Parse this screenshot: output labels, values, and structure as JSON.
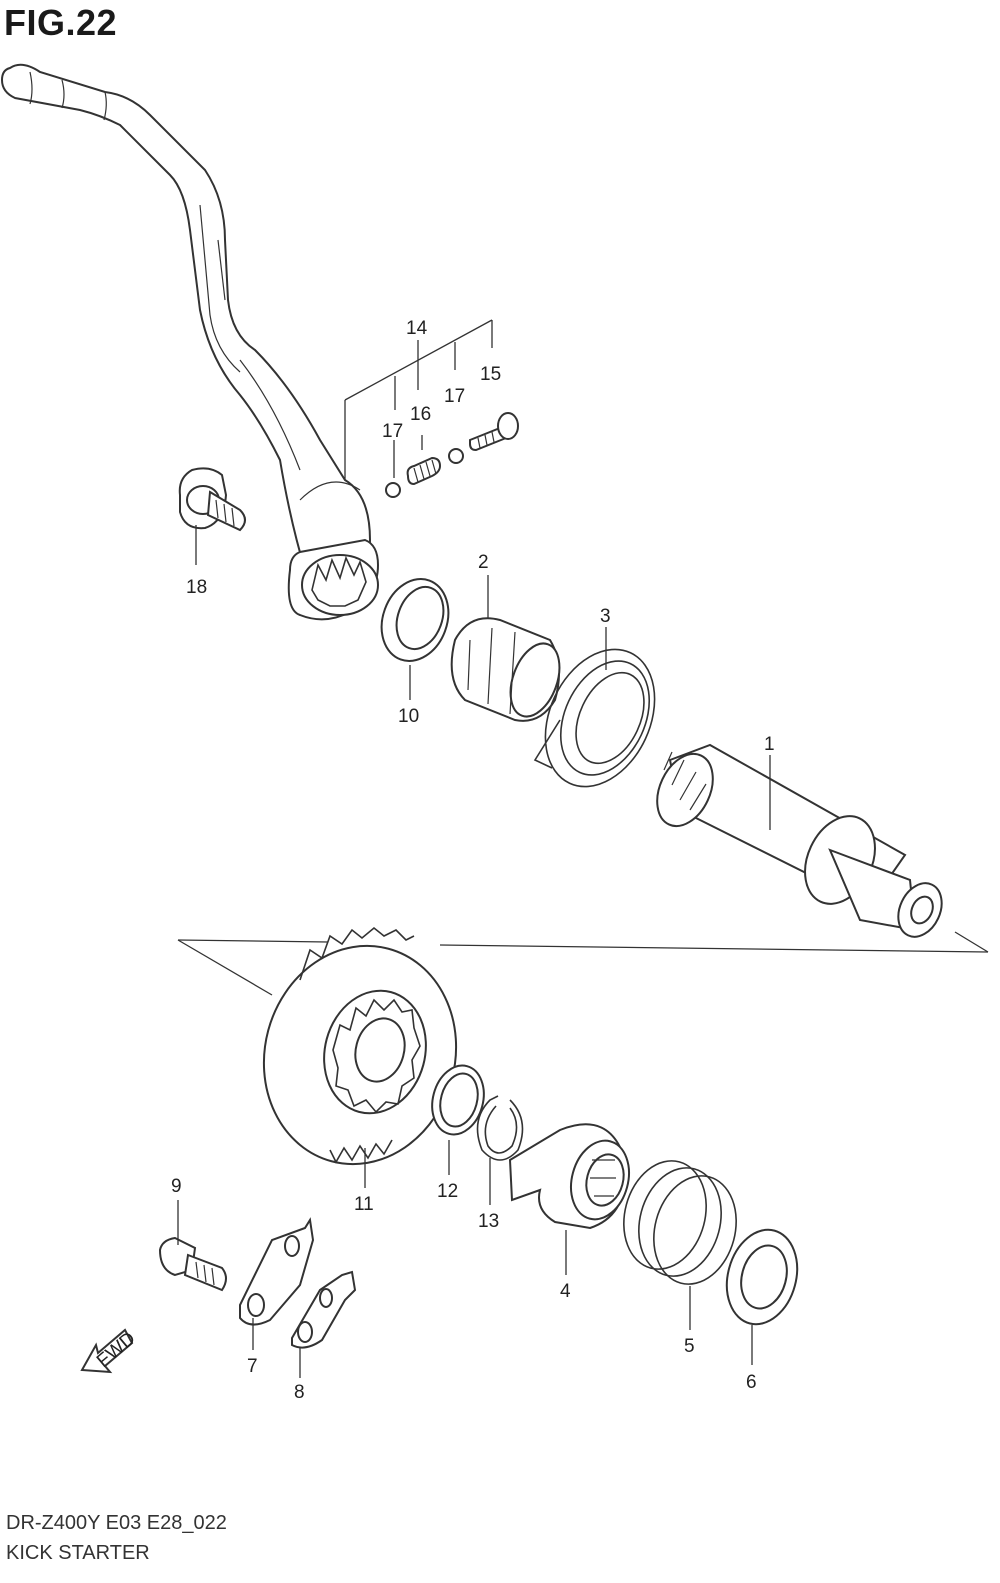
{
  "figure": {
    "title": "FIG.22",
    "model_code": "DR-Z400Y E03 E28_022",
    "section_name": "KICK STARTER",
    "direction_label": "FWD"
  },
  "callouts": {
    "shaft": "1",
    "guide": "2",
    "return_spring": "3",
    "stopper": "4",
    "spring": "5",
    "washer": "6",
    "plate_a": "7",
    "plate_b": "8",
    "bolt_plate": "9",
    "oil_seal": "10",
    "idle_gear": "11",
    "washer_gear": "12",
    "circlip": "13",
    "lever_assy": "14",
    "bolt_lever": "15",
    "spring_small": "16",
    "ball_a": "17",
    "ball_b": "17",
    "bolt_lever_clamp": "18"
  }
}
